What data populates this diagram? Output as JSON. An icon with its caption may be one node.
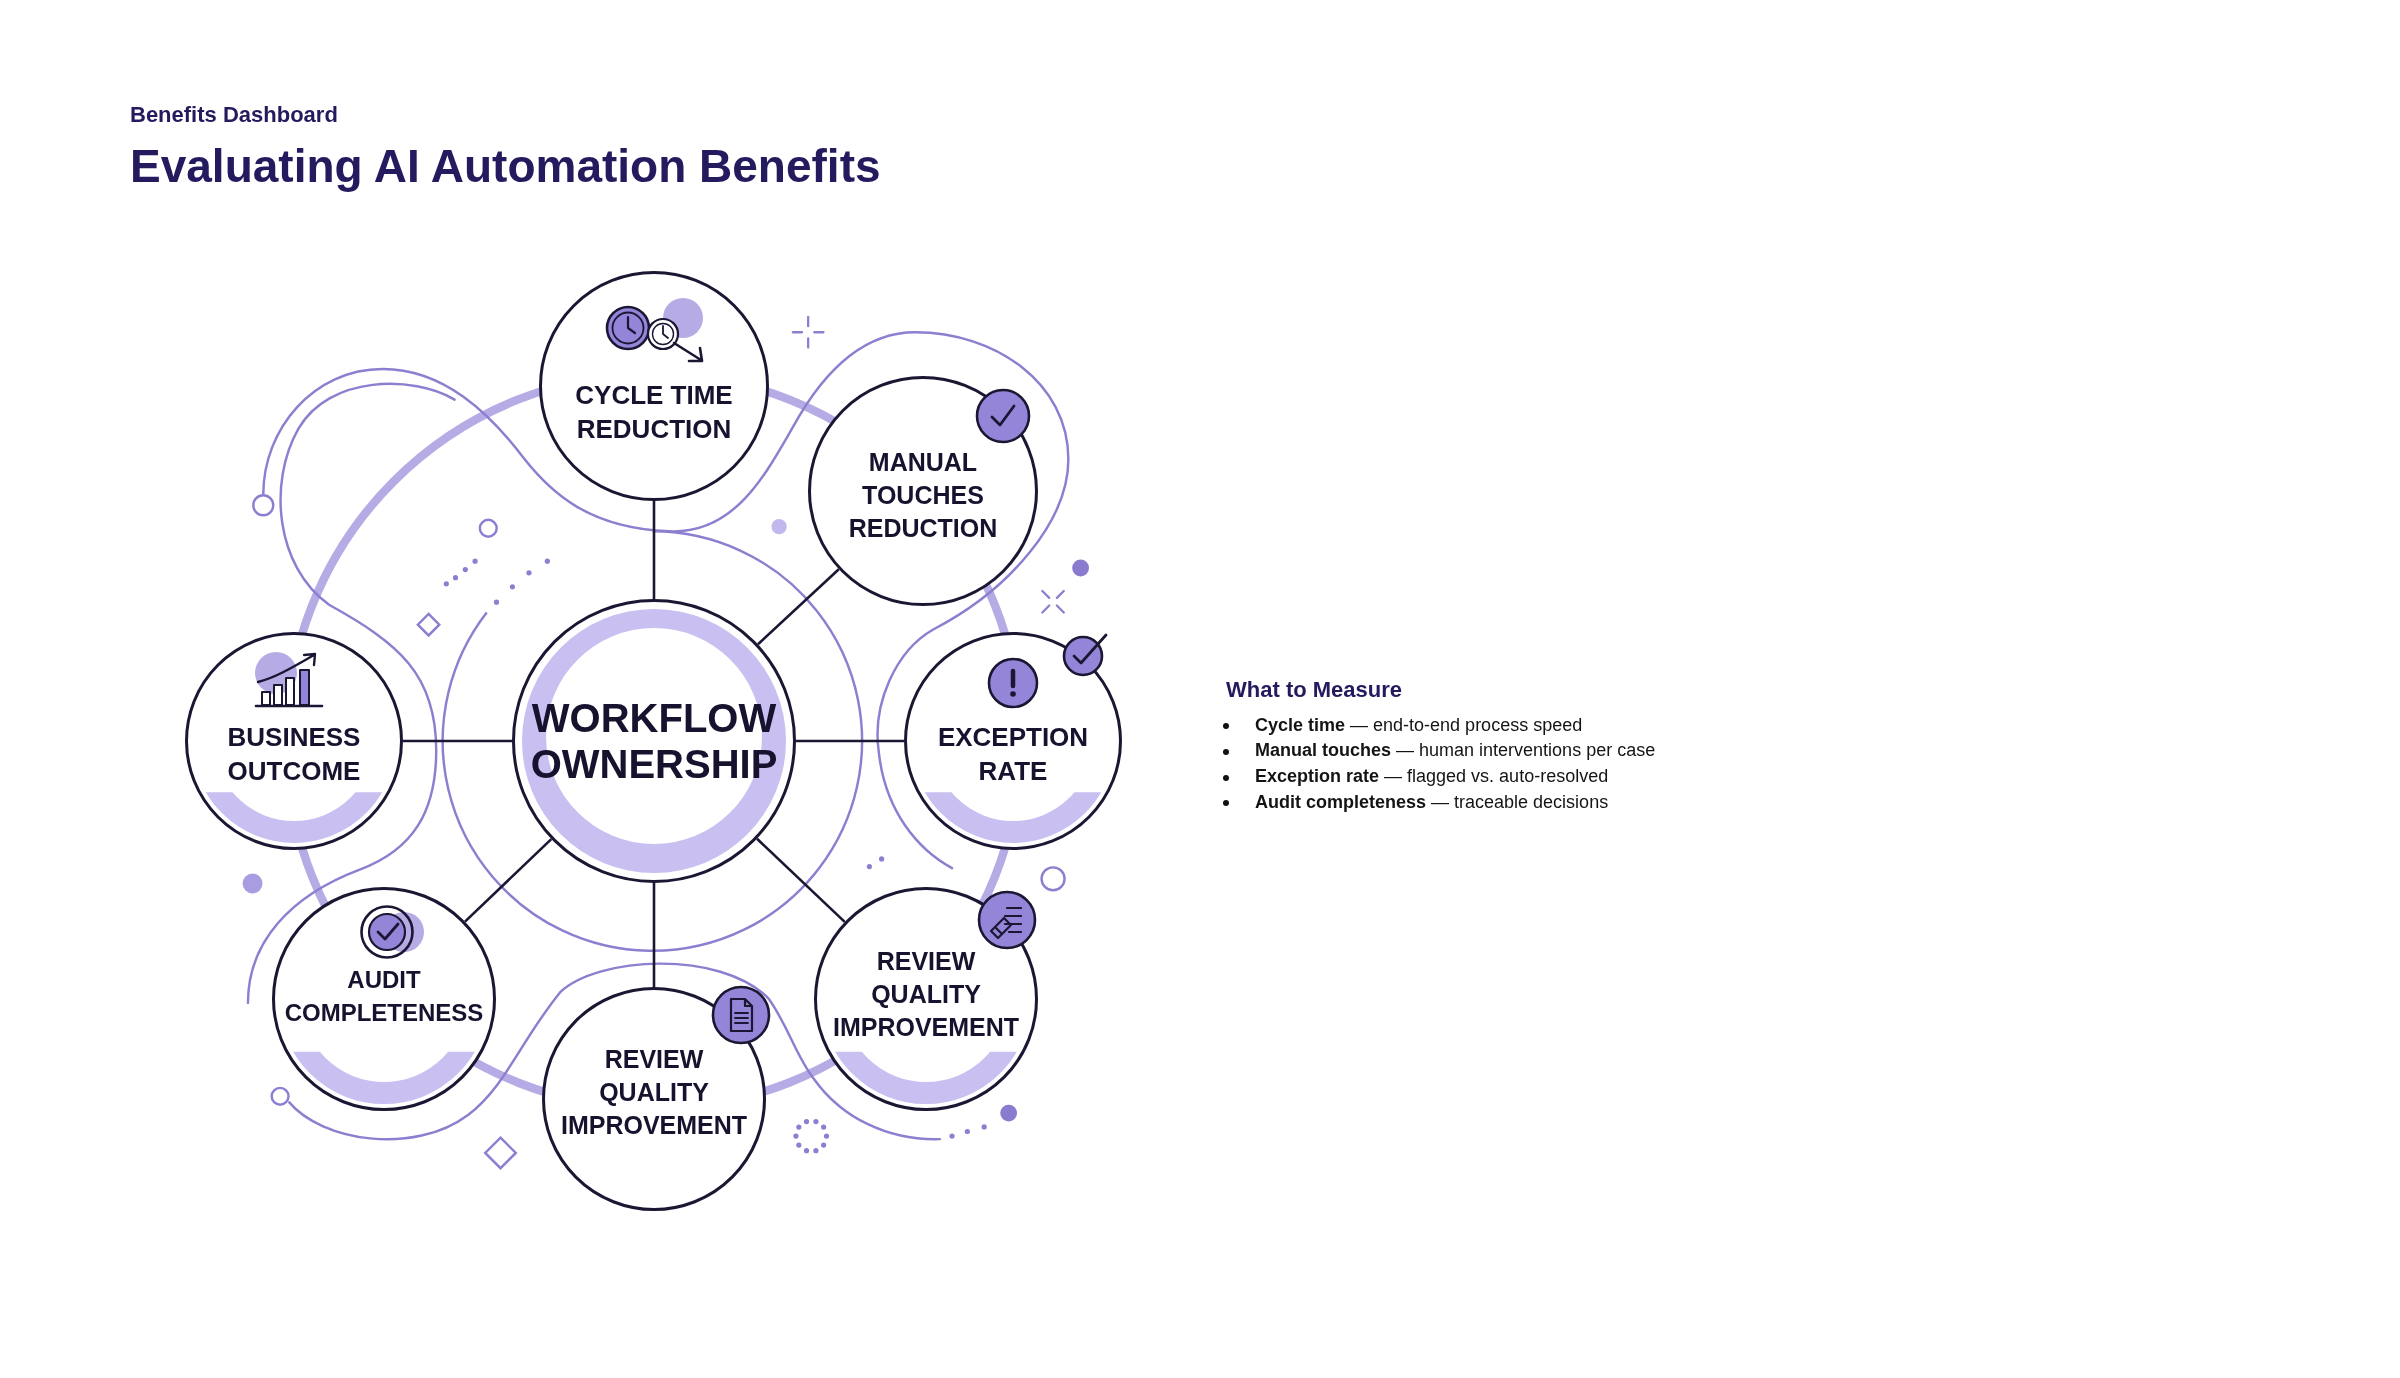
{
  "diagram": {
    "title": "Evaluating AI Automation Benefits",
    "nodes": [
      {
        "text": [
          "CYCLE TIME REDUCTION"
        ]
      },
      {
        "text": [
          "MANUAL TOUCHES REDUCTION"
        ]
      },
      {
        "text": [
          "BUSINESS OUTCOME"
        ]
      },
      {
        "text": [
          "WORKFLOW OWNERSHIP"
        ]
      },
      {
        "text": [
          "EXCEPTION RATE"
        ]
      },
      {
        "text": [
          "AUDIT COMPLETENESS"
        ]
      },
      {
        "text": [
          "REVIEW QUALITY IMPROVEMENT"
        ]
      },
      {
        "text": [
          "REVIEW QUALITY IMPROVEMENT"
        ]
      }
    ],
    "edges": [
      {
        "from": 3,
        "to": 0,
        "arrow": "none"
      },
      {
        "from": 3,
        "to": 1,
        "arrow": "none"
      },
      {
        "from": 3,
        "to": 4,
        "arrow": "none"
      },
      {
        "from": 3,
        "to": 6,
        "arrow": "none"
      },
      {
        "from": 3,
        "to": 7,
        "arrow": "none"
      },
      {
        "from": 3,
        "to": 5,
        "arrow": "none"
      },
      {
        "from": 3,
        "to": 2,
        "arrow": "none"
      }
    ],
    "labels": [
      "Benefits Dashboard",
      "What to Measure",
      "**Cycle time** — end-to-end process speed",
      "**Manual touches** — human interventions per case",
      "**Exception rate** — flagged vs. auto-resolved",
      "**Audit completeness** — traceable decisions"
    ]
  }
}
